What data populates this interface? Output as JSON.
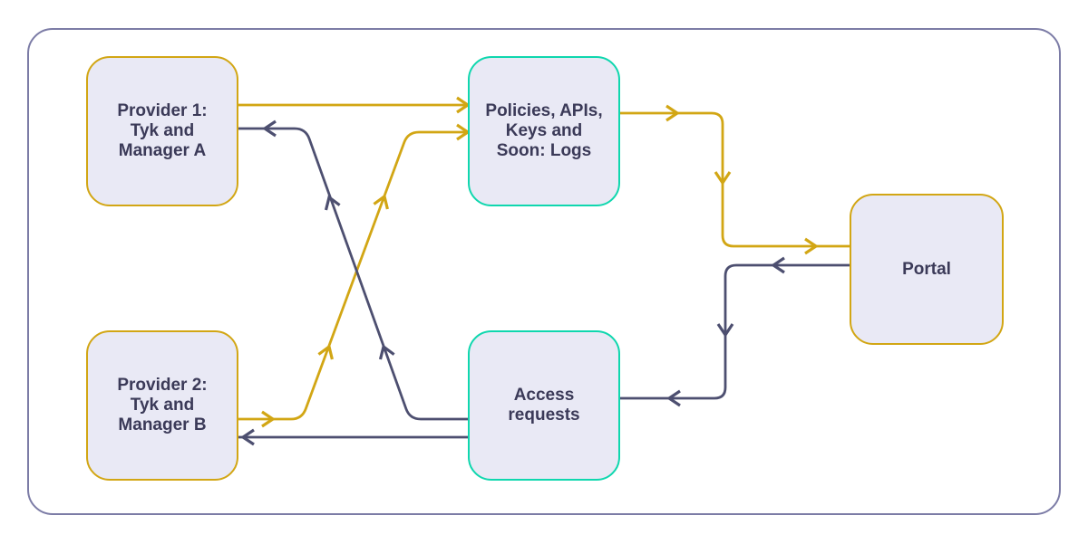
{
  "diagram": {
    "frame": {
      "border_color": "#7C7CA6",
      "background": "#FFFFFF"
    },
    "colors": {
      "gold": "#D2A614",
      "teal": "#0FD7AE",
      "slate": "#4D4F70",
      "node_fill": "#E9E9F5",
      "text": "#3B3A58"
    },
    "nodes": [
      {
        "id": "provider-1",
        "label": "Provider 1:\nTyk and\nManager A",
        "border": "gold"
      },
      {
        "id": "provider-2",
        "label": "Provider 2:\nTyk and\nManager B",
        "border": "gold"
      },
      {
        "id": "policies",
        "label": "Policies, APIs,\nKeys and\nSoon: Logs",
        "border": "teal"
      },
      {
        "id": "access-requests",
        "label": "Access\nrequests",
        "border": "teal"
      },
      {
        "id": "portal",
        "label": "Portal",
        "border": "gold"
      }
    ],
    "edges": [
      {
        "from": "provider-1",
        "to": "policies",
        "color": "gold",
        "style": "straight-horizontal"
      },
      {
        "from": "provider-2",
        "to": "policies",
        "color": "gold",
        "style": "diagonal-cross"
      },
      {
        "from": "policies",
        "to": "portal",
        "color": "gold",
        "style": "right-down-right"
      },
      {
        "from": "portal",
        "to": "access-requests",
        "color": "slate",
        "style": "left-down-left"
      },
      {
        "from": "access-requests",
        "to": "provider-1",
        "color": "slate",
        "style": "diagonal-cross"
      },
      {
        "from": "access-requests",
        "to": "provider-2",
        "color": "slate",
        "style": "straight-horizontal"
      }
    ]
  }
}
